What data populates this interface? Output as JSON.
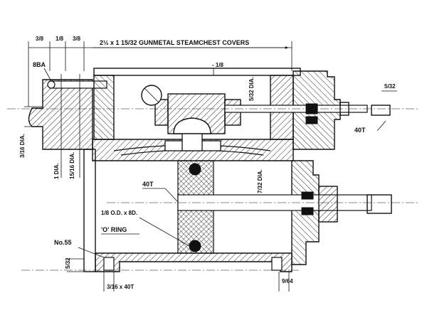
{
  "title": "2½ x 1 15/32 GUNMETAL STEAMCHEST COVERS",
  "dims": {
    "top_a": "3/8",
    "top_b": "1/8",
    "top_c": "3/8",
    "sixteenth": "- 1/8",
    "thread": "8BA",
    "boss_dia": "3/16 DIA.",
    "one_dia": "1 DIA.",
    "fifteen_dia": "15/16 DIA.",
    "valve_rod": "5/32 DIA.",
    "piston_rod": "7/32 DIA.",
    "rod_end": "5/32",
    "forty_t_right": "40T",
    "forty_t_mid": "40T",
    "oring_size": "1/8 O.D. x 8D.",
    "oring_label": "'O' RING",
    "no55": "No.55",
    "five_32": "5/32",
    "bottom_stud": "3/16 x 40T",
    "nine_64": "9/64"
  }
}
